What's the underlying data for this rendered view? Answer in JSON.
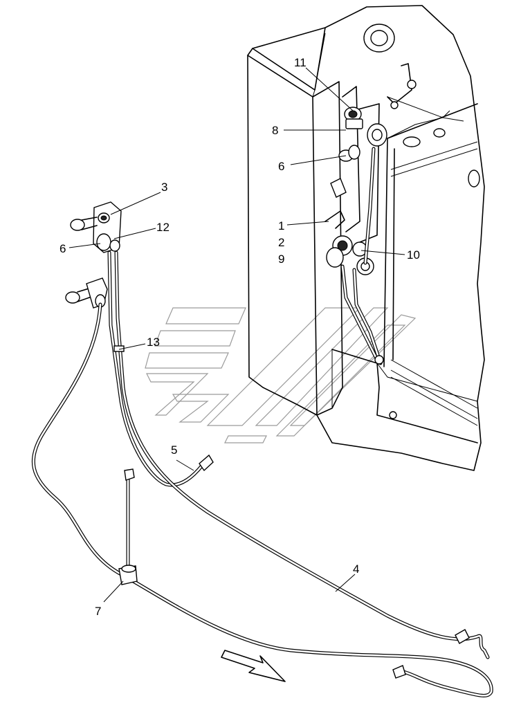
{
  "callouts": {
    "c11": "11",
    "c8": "8",
    "c6_right": "6",
    "c1": "1",
    "c2": "2",
    "c9": "9",
    "c10": "10",
    "c3": "3",
    "c12": "12",
    "c6_left": "6",
    "c13": "13",
    "c5": "5",
    "c4": "4",
    "c7": "7"
  },
  "colors": {
    "line": "#000000",
    "background": "#ffffff",
    "watermark": "#9a9a9a"
  }
}
